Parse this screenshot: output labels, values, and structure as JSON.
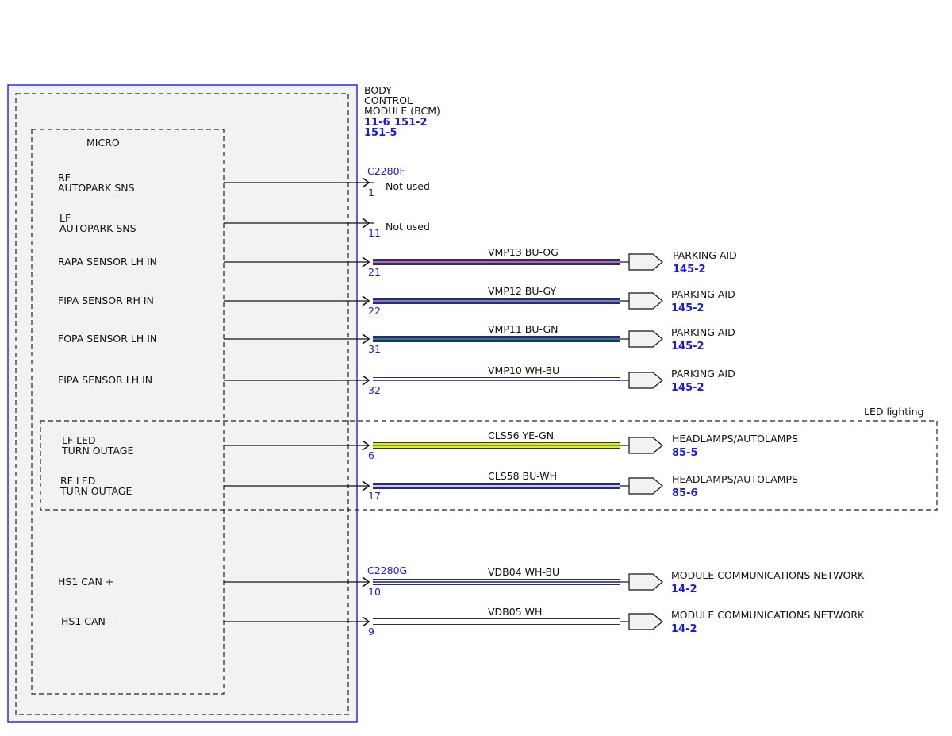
{
  "module": {
    "name_lines": [
      "BODY",
      "CONTROL",
      "MODULE (BCM)"
    ],
    "refs_line1": [
      "11-6",
      "151-2"
    ],
    "refs_line2": [
      "151-5"
    ],
    "micro_label": "MICRO"
  },
  "connectors": [
    {
      "name": "C2280F"
    },
    {
      "name": "C2280G"
    }
  ],
  "led_group_label": "LED lighting",
  "colors": {
    "module_border": "#2b2be0",
    "module_fill": "#f2f2f2",
    "pin_text": "#1a1adc",
    "BU": "#1f1fcf",
    "OG": "#f28c28",
    "GY": "#9a9a9a",
    "GN": "#2e9e3a",
    "WH": "#ffffff",
    "YE": "#e6e62a"
  },
  "circuits": [
    {
      "signal_lines": [
        "RF",
        "AUTOPARK SNS"
      ],
      "pin": "1",
      "not_used": "Not used"
    },
    {
      "signal_lines": [
        "LF",
        "AUTOPARK SNS"
      ],
      "pin": "11",
      "not_used": "Not used"
    },
    {
      "signal_lines": [
        "RAPA SENSOR LH IN"
      ],
      "pin": "21",
      "wire": "VMP13  BU-OG",
      "main": "BU",
      "stripe": "OG",
      "dest": "PARKING AID",
      "ref": "145-2"
    },
    {
      "signal_lines": [
        "FIPA SENSOR RH IN"
      ],
      "pin": "22",
      "wire": "VMP12  BU-GY",
      "main": "BU",
      "stripe": "GY",
      "dest": "PARKING AID",
      "ref": "145-2"
    },
    {
      "signal_lines": [
        "FOPA SENSOR LH IN"
      ],
      "pin": "31",
      "wire": "VMP11  BU-GN",
      "main": "BU",
      "stripe": "GN",
      "dest": "PARKING AID",
      "ref": "145-2"
    },
    {
      "signal_lines": [
        "FIPA SENSOR LH IN"
      ],
      "pin": "32",
      "wire": "VMP10  WH-BU",
      "main": "WH",
      "stripe": "BU",
      "dest": "PARKING AID",
      "ref": "145-2"
    },
    {
      "signal_lines": [
        "LF LED",
        "TURN OUTAGE"
      ],
      "pin": "6",
      "wire": "CLS56  YE-GN",
      "main": "YE",
      "stripe": "GN",
      "dest": "HEADLAMPS/AUTOLAMPS",
      "ref": "85-5"
    },
    {
      "signal_lines": [
        "RF LED",
        "TURN OUTAGE"
      ],
      "pin": "17",
      "wire": "CLS58  BU-WH",
      "main": "BU",
      "stripe": "WH",
      "dest": "HEADLAMPS/AUTOLAMPS",
      "ref": "85-6"
    },
    {
      "signal_lines": [
        "HS1 CAN +"
      ],
      "pin": "10",
      "wire": "VDB04  WH-BU",
      "main": "WH",
      "stripe": "BU",
      "dest": "MODULE COMMUNICATIONS NETWORK",
      "ref": "14-2"
    },
    {
      "signal_lines": [
        "HS1 CAN -"
      ],
      "pin": "9",
      "wire": "VDB05  WH",
      "main": "WH",
      "stripe": "WH",
      "dest": "MODULE COMMUNICATIONS NETWORK",
      "ref": "14-2"
    }
  ]
}
